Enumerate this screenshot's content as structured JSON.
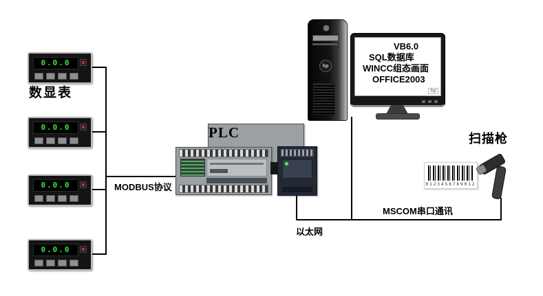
{
  "meters": {
    "section_label": "数显表",
    "items": [
      {
        "display": "0.0.0"
      },
      {
        "display": "0.0.0"
      },
      {
        "display": "0.0.0"
      },
      {
        "display": "0.0.0"
      }
    ]
  },
  "plc": {
    "label": "PLC"
  },
  "connections": {
    "modbus": "MODBUS协议",
    "ethernet": "以太网",
    "serial": "MSCOM串口通讯"
  },
  "computer": {
    "brand": "hp",
    "screen_lines": [
      "VB6.0",
      "SQL数据库",
      "WINCC组态画面",
      "OFFICE2003"
    ]
  },
  "scanner": {
    "label": "扫描枪",
    "barcode_caption": "0123456789012"
  },
  "colors": {
    "line": "#000000",
    "meter_display_green": "#35e835",
    "screen_bg": "#ffffff"
  }
}
